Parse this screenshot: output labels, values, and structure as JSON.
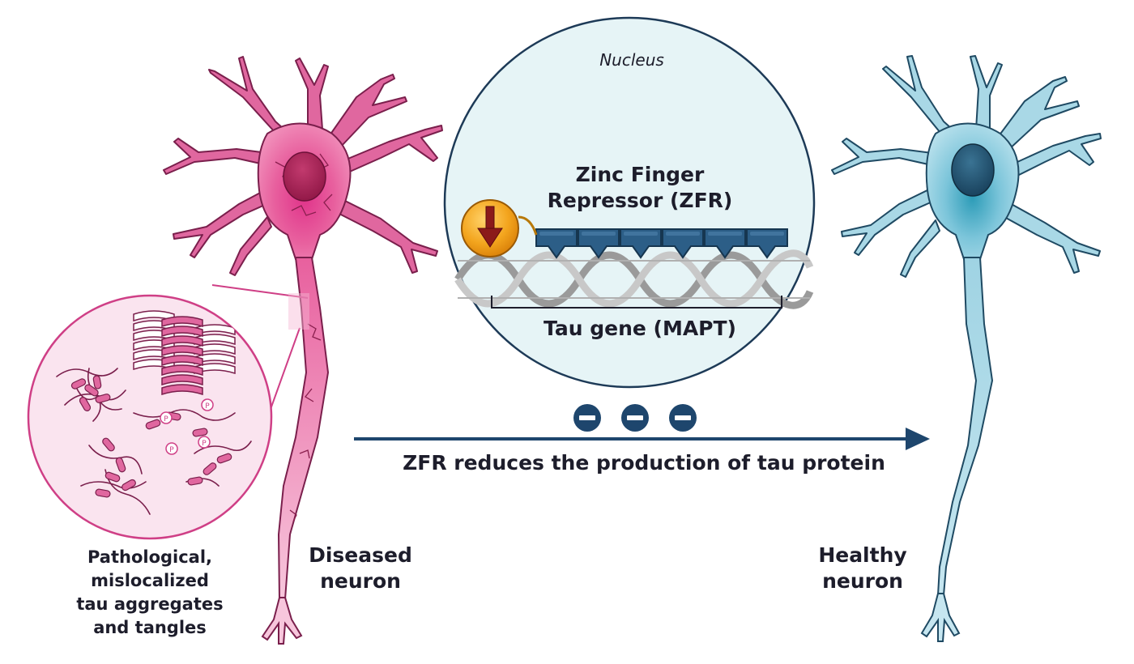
{
  "nucleus_label": "Nucleus",
  "zfr_label_line1": "Zinc Finger",
  "zfr_label_line2": "Repressor (ZFR)",
  "gene_label": "Tau gene (MAPT)",
  "arrow_caption": "ZFR reduces the production of tau protein",
  "diseased_label_line1": "Diseased",
  "diseased_label_line2": "neuron",
  "healthy_label_line1": "Healthy",
  "healthy_label_line2": "neuron",
  "inset_label_lines": [
    "Pathological,",
    "mislocalized",
    "tau aggregates",
    "and tangles"
  ],
  "phospho_label": "P",
  "colors": {
    "diseased_neuron": "#e0679f",
    "diseased_nucleus": "#a3174f",
    "healthy_neuron": "#a9d8e6",
    "healthy_nucleus": "#1f5473",
    "nucleus_fill": "#e6f4f6",
    "nucleus_outline": "#1d3a57",
    "zfr_block": "#2c5e87",
    "repressor_ball": "#f0a21c",
    "down_arrow": "#8b1a1a",
    "main_arrow": "#1e466d",
    "inset_outline": "#cf3f86"
  }
}
